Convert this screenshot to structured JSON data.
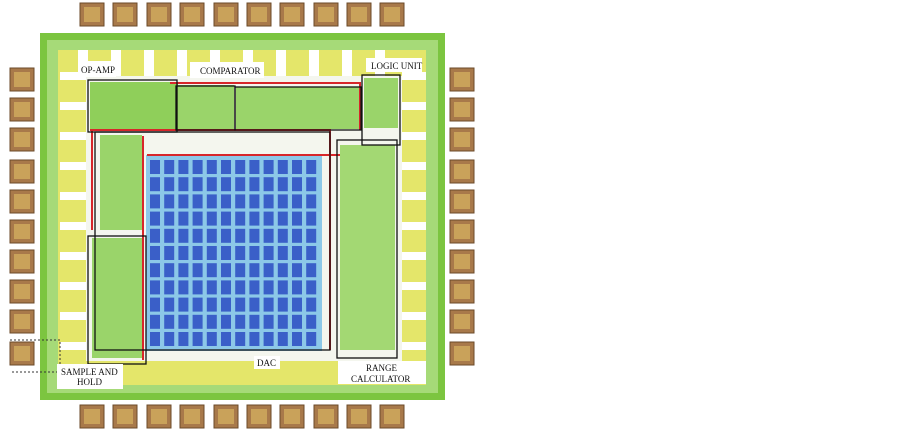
{
  "labels": {
    "op_amp": "OP-AMP",
    "comparator": "COMPARATOR",
    "logic_unit": "LOGIC UNIT",
    "dac": "DAC",
    "sample_and_hold_1": "SAMPLE AND",
    "sample_and_hold_2": "HOLD",
    "range_calculator_1": "RANGE",
    "range_calculator_2": "CALCULATOR"
  },
  "colors": {
    "pad": "#a8794a",
    "ring_green": "#7cc540",
    "metal_yellow": "#e4e66a",
    "dac_blue": "#3a5fc8",
    "wire_red": "#d7262a",
    "outline": "#111111"
  }
}
